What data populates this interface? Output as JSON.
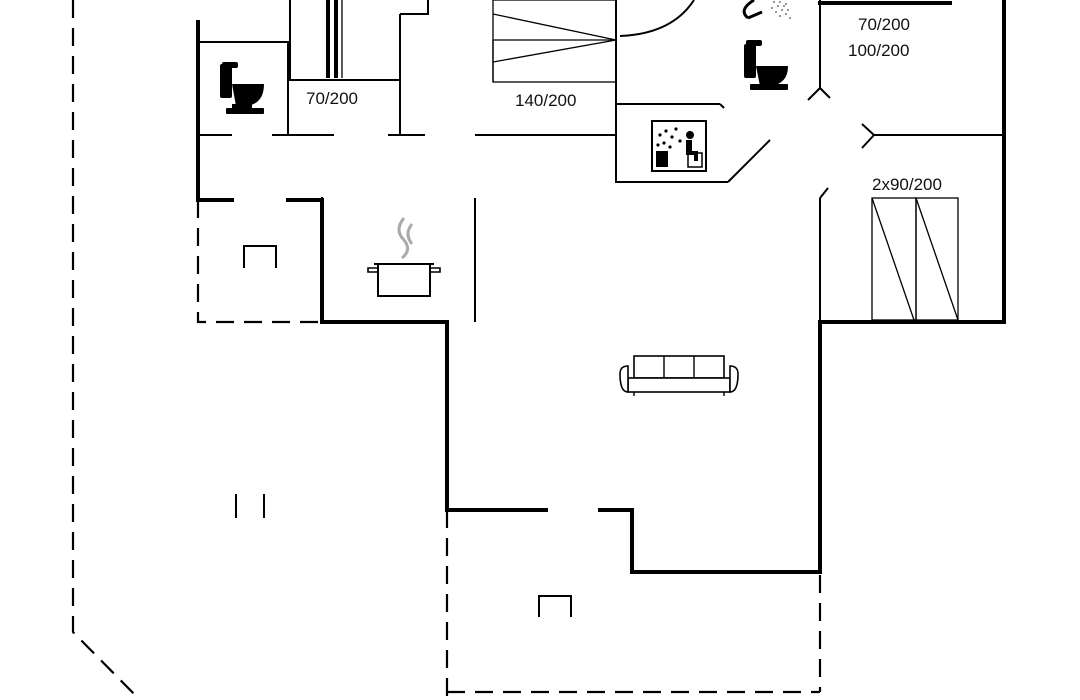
{
  "plan": {
    "labels": {
      "bed_70_200_left": "70/200",
      "bed_140_200": "140/200",
      "bed_70_200_right": "70/200",
      "bed_100_200": "100/200",
      "beds_2x90_200": "2x90/200"
    },
    "icons": [
      "toilet-icon",
      "toilet-icon",
      "shower-icon",
      "sauna-icon",
      "stove-pot-icon",
      "sofa-icon",
      "terrace-chair-icon",
      "bed-icon"
    ]
  }
}
